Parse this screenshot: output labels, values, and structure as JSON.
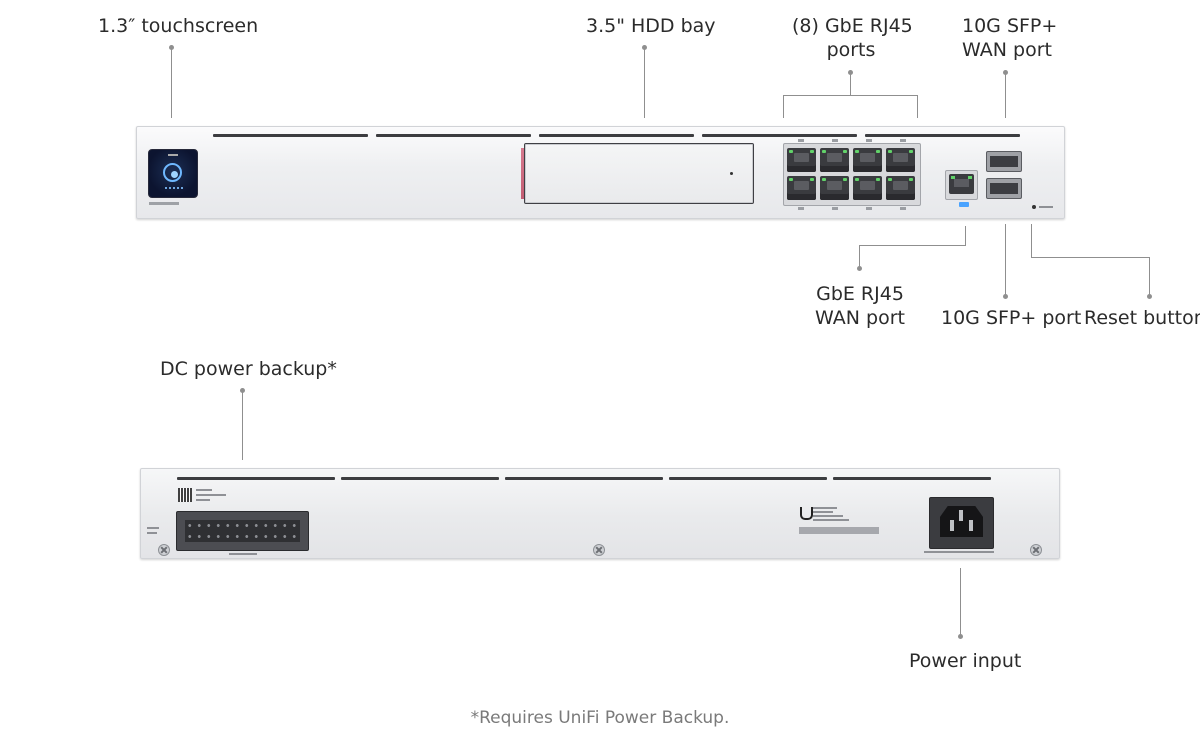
{
  "labels": {
    "touchscreen": "1.3″ touchscreen",
    "hdd_bay": "3.5\" HDD bay",
    "gbe_ports": [
      "(8) GbE RJ45",
      "ports"
    ],
    "sfp_wan": [
      "10G SFP+",
      "WAN port"
    ],
    "gbe_wan": [
      "GbE RJ45",
      "WAN port"
    ],
    "sfp_port": "10G SFP+ port",
    "reset": "Reset button",
    "dc_backup": "DC power backup*",
    "power_input": "Power input"
  },
  "footnote": "*Requires UniFi Power Backup.",
  "colors": {
    "panel": "#eceef0",
    "port_led": "#62d36a",
    "touchscreen": "#0f1a3a",
    "wan_badge": "#4aa3ff"
  }
}
